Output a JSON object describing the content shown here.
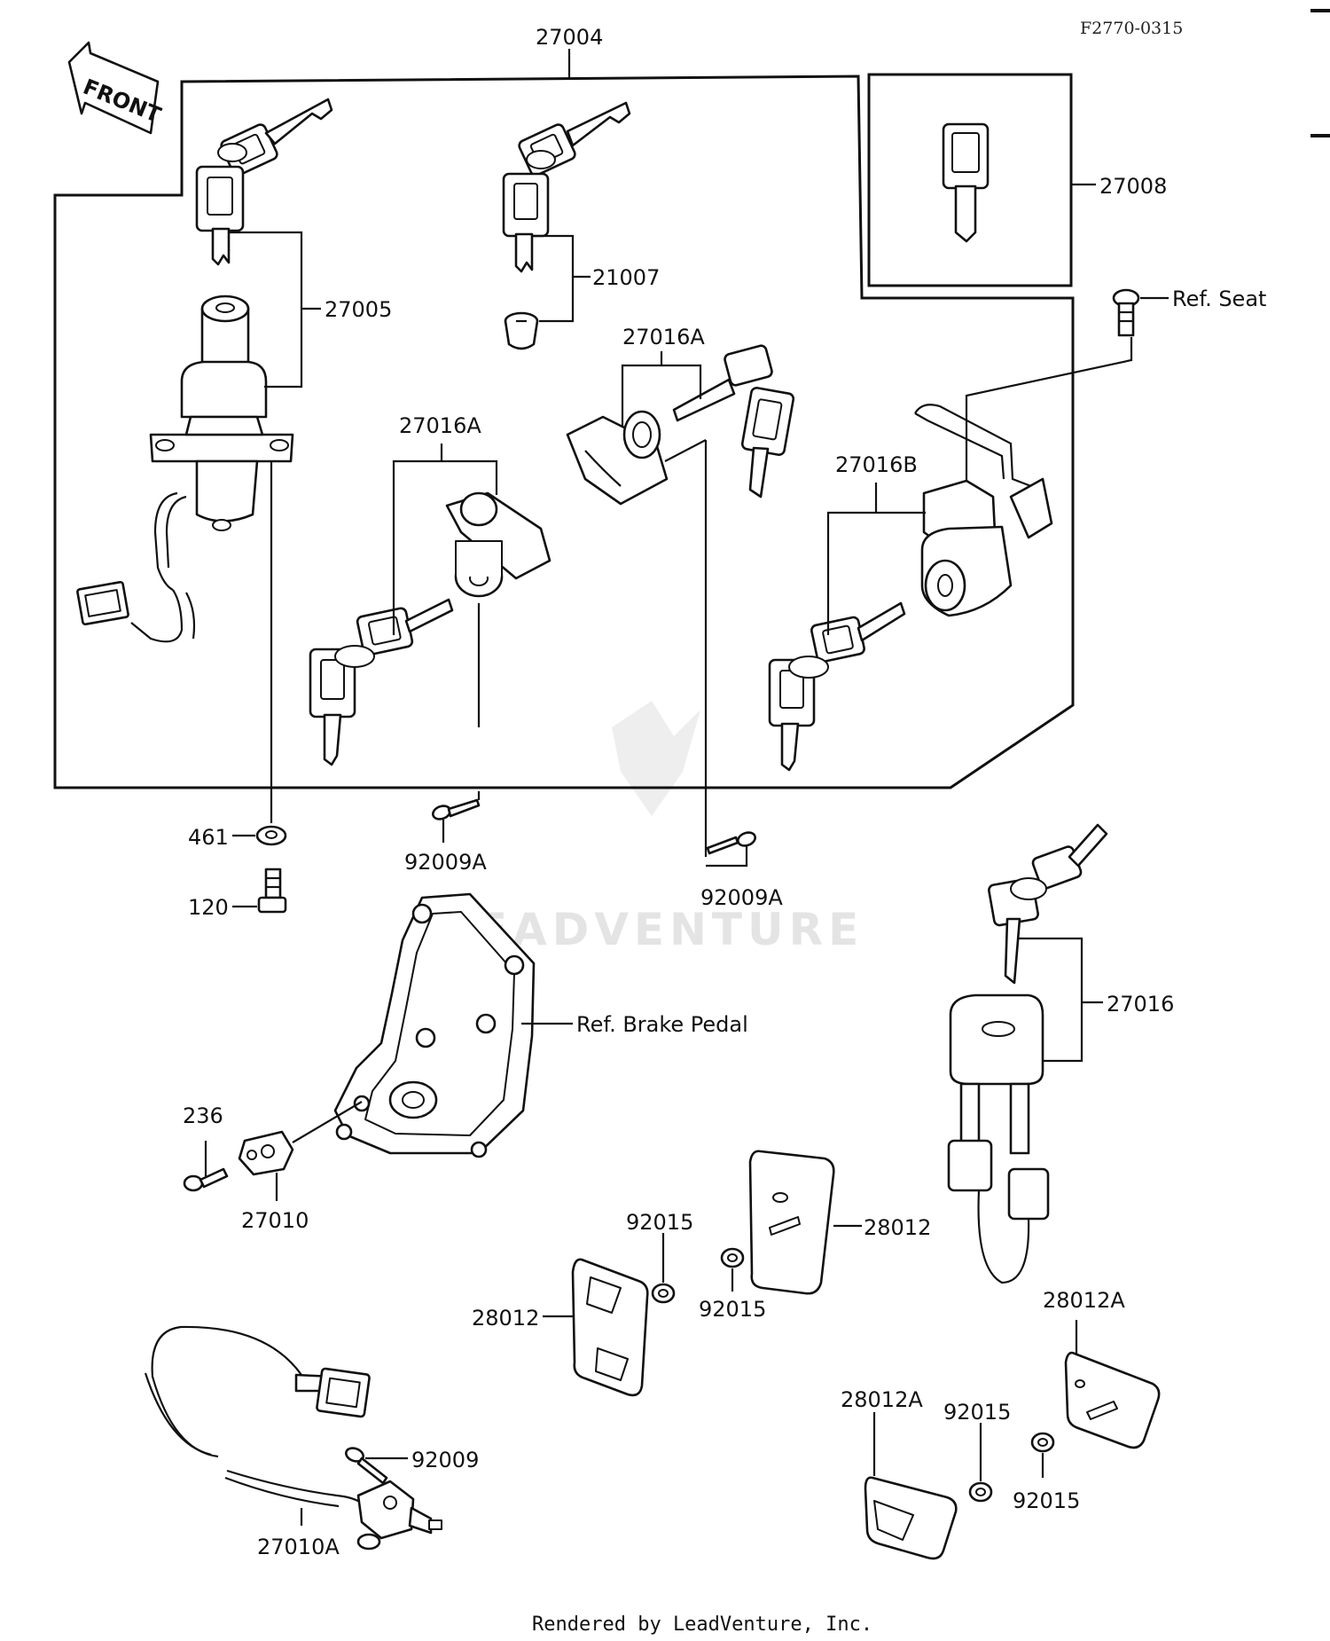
{
  "drawing_code": "F2770-0315",
  "front_label": "FRONT",
  "footer": "Rendered by LeadVenture, Inc.",
  "watermark": "LEADVENTURE",
  "callouts": {
    "c27004": "27004",
    "c27008": "27008",
    "c27005": "27005",
    "c21007": "21007",
    "ref_seat": "Ref. Seat",
    "c27016A_1": "27016A",
    "c27016A_2": "27016A",
    "c27016B": "27016B",
    "c461": "461",
    "c120": "120",
    "c92009A_1": "92009A",
    "c92009A_2": "92009A",
    "ref_brake_pedal": "Ref. Brake Pedal",
    "c236": "236",
    "c27010": "27010",
    "c27016": "27016",
    "c92015_1": "92015",
    "c92015_2": "92015",
    "c28012_1": "28012",
    "c28012_2": "28012",
    "c28012A_1": "28012A",
    "c28012A_2": "28012A",
    "c92015_3": "92015",
    "c92015_4": "92015",
    "c92009": "92009",
    "c27010A": "27010A"
  }
}
